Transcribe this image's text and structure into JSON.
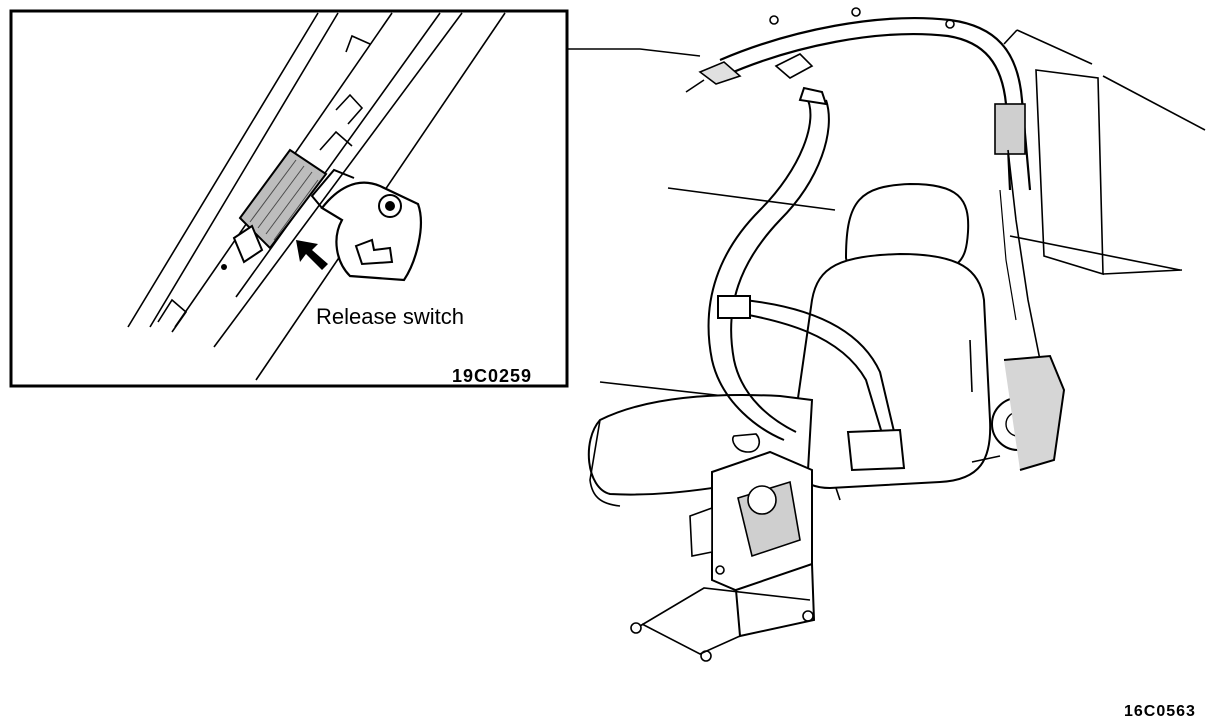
{
  "inset": {
    "callout_label": "Release switch",
    "figure_code": "19C0259"
  },
  "main": {
    "figure_code": "16C0563"
  }
}
